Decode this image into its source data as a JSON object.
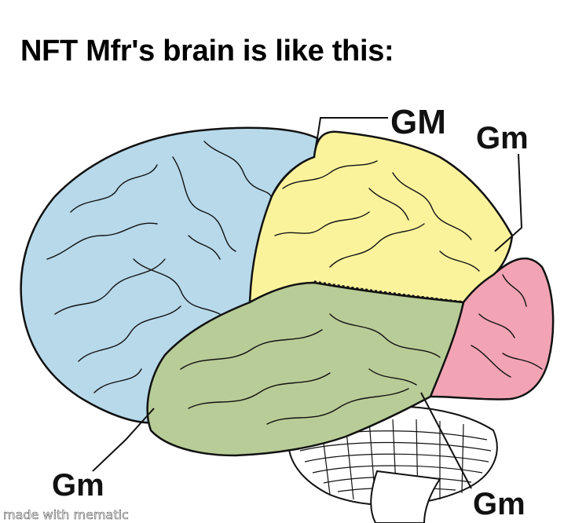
{
  "meme": {
    "title": "NFT Mfr's brain is like this:",
    "labels": {
      "top": "GM",
      "right": "Gm",
      "left": "Gm",
      "bottom": "Gm"
    },
    "watermark": "made with mematic"
  },
  "colors": {
    "frontal_lobe": "#b7d9ea",
    "parietal_lobe": "#fbf39c",
    "temporal_lobe": "#b8cc97",
    "occipital_lobe": "#f2a4b4",
    "cerebellum": "#ffffff",
    "outline": "#111111"
  },
  "icons": [
    "brain-diagram"
  ]
}
